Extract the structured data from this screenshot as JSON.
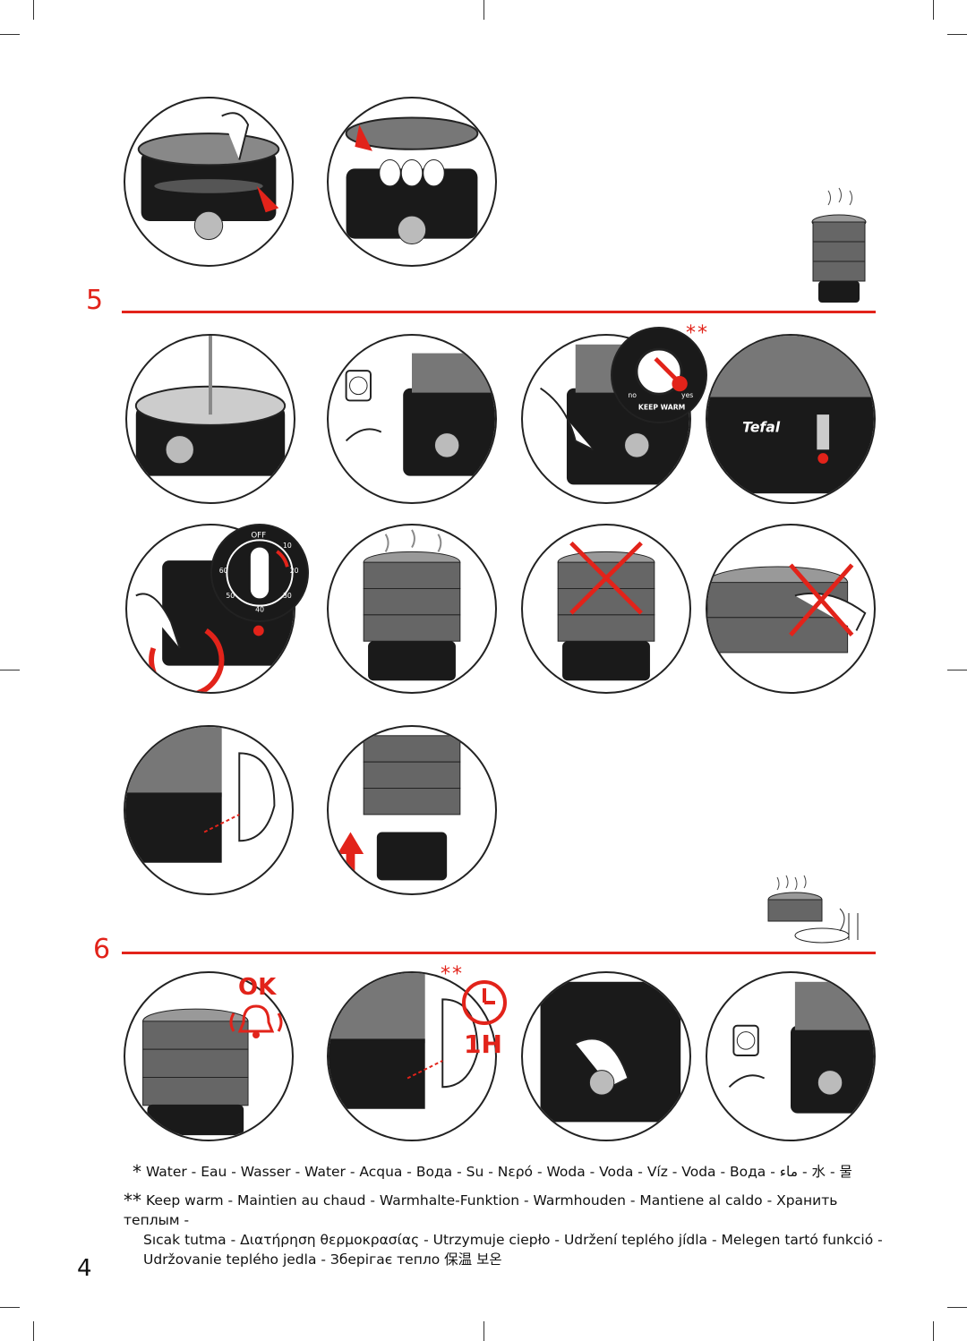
{
  "steps": [
    {
      "number": "5"
    },
    {
      "number": "6"
    }
  ],
  "badges": {
    "double_star_1": "**",
    "double_star_2": "**",
    "ok_label": "OK",
    "hour_label": "1H"
  },
  "dial_labels": {
    "no": "no",
    "yes": "yes",
    "keep_warm": "KEEP WARM",
    "brand": "Tefal",
    "off": "OFF",
    "ticks": [
      "10",
      "20",
      "30",
      "40",
      "50",
      "60"
    ]
  },
  "footnotes": {
    "single_star_marker": "*",
    "single_star_text": "Water - Eau - Wasser - Water - Acqua - Вода - Su - Νερό - Woda - Voda - Víz - Voda - Вода - ماء - 水 - 물",
    "double_star_marker": "**",
    "double_star_line1": "Keep warm - Maintien au chaud - Warmhalte-Funktion - Warmhouden - Mantiene al caldo - Хранить теплым -",
    "double_star_line2": "Sıcak tutma - Διατήρηση θερμοκρασίας - Utrzymuje ciepło - Udržení teplého jídla - Melegen tartó funkció -",
    "double_star_line3": "Udržovanie teplého jedla - Зберігає тепло 保温 보온"
  },
  "page_number": "4",
  "colors": {
    "accent": "#e2231a",
    "ink": "#111111",
    "appliance": "#1a1a1a"
  }
}
